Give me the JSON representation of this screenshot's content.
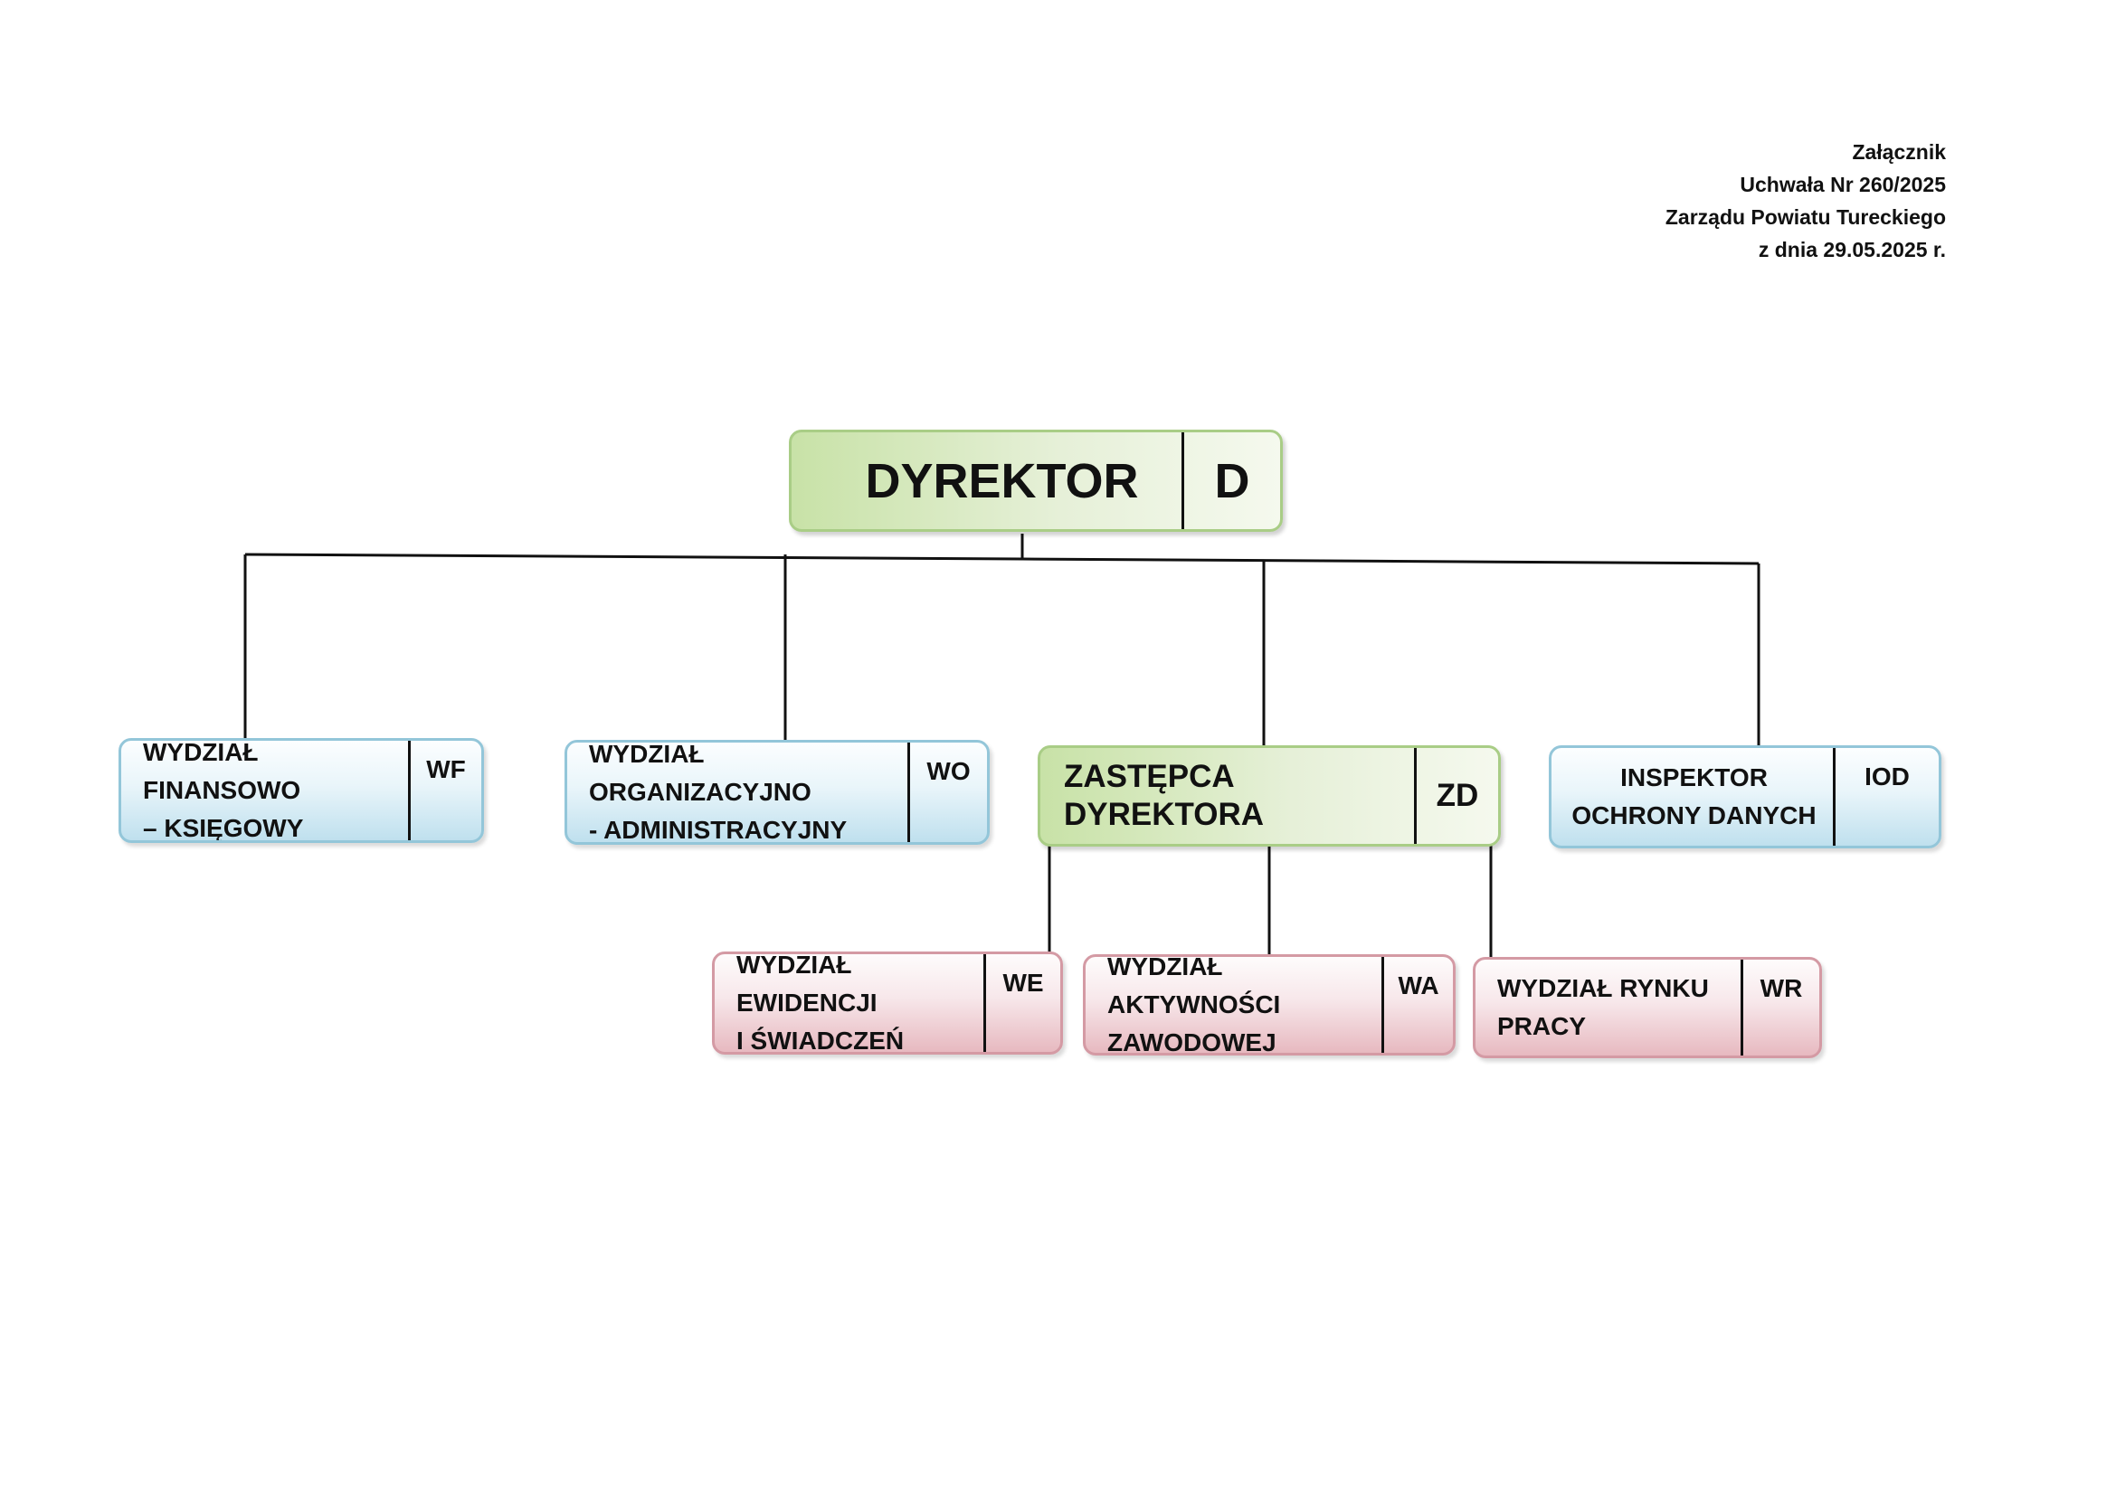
{
  "header": {
    "line1": "Załącznik",
    "line2": "Uchwała Nr 260/2025",
    "line3": "Zarządu Powiatu Tureckiego",
    "line4": "z dnia 29.05.2025 r."
  },
  "org": {
    "director": {
      "name": "DYREKTOR",
      "code": "D"
    },
    "finance": {
      "name": "WYDZIAŁ FINANSOWO\n– KSIĘGOWY",
      "code": "WF"
    },
    "organization": {
      "name": "WYDZIAŁ ORGANIZACYJNO\n- ADMINISTRACYJNY",
      "code": "WO"
    },
    "deputy": {
      "name": "ZASTĘPCA DYREKTORA",
      "code": "ZD"
    },
    "inspector": {
      "name": "INSPEKTOR\nOCHRONY DANYCH",
      "code": "IOD"
    },
    "records": {
      "name": "WYDZIAŁ EWIDENCJI\nI ŚWIADCZEŃ",
      "code": "WE"
    },
    "activity": {
      "name": "WYDZIAŁ AKTYWNOŚCI\nZAWODOWEJ",
      "code": "WA"
    },
    "market": {
      "name": "WYDZIAŁ RYNKU\nPRACY",
      "code": "WR"
    }
  },
  "colors": {
    "director_fill": "#d8eabf",
    "department_fill": "#dff0f7",
    "deputy_unit_fill": "#f3dde1",
    "connector": "#111111"
  }
}
